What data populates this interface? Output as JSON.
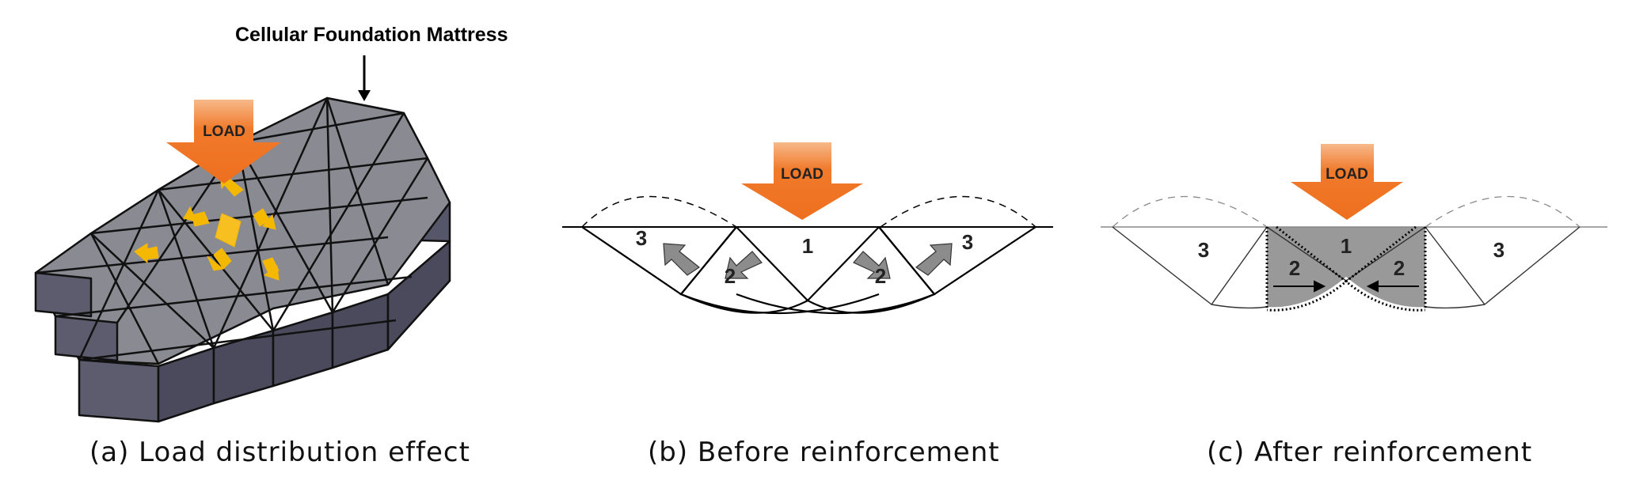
{
  "panel_a": {
    "callout": "Cellular Foundation Mattress",
    "load_label": "LOAD",
    "caption": "(a) Load distribution effect"
  },
  "panel_b": {
    "load_label": "LOAD",
    "zones": [
      "3",
      "2",
      "1",
      "2",
      "3"
    ],
    "caption": "(b) Before reinforcement"
  },
  "panel_c": {
    "load_label": "LOAD",
    "zones": [
      "3",
      "2",
      "1",
      "2",
      "3"
    ],
    "caption": "(c) After reinforcement"
  },
  "colors": {
    "load_arrow": "#f07a2b",
    "block_top": "#8a8a92",
    "block_side": "#56566a",
    "force_arrow": "#f5b800",
    "zone_arrow": "#8c8c8c",
    "reinforced_fill": "#999999"
  }
}
